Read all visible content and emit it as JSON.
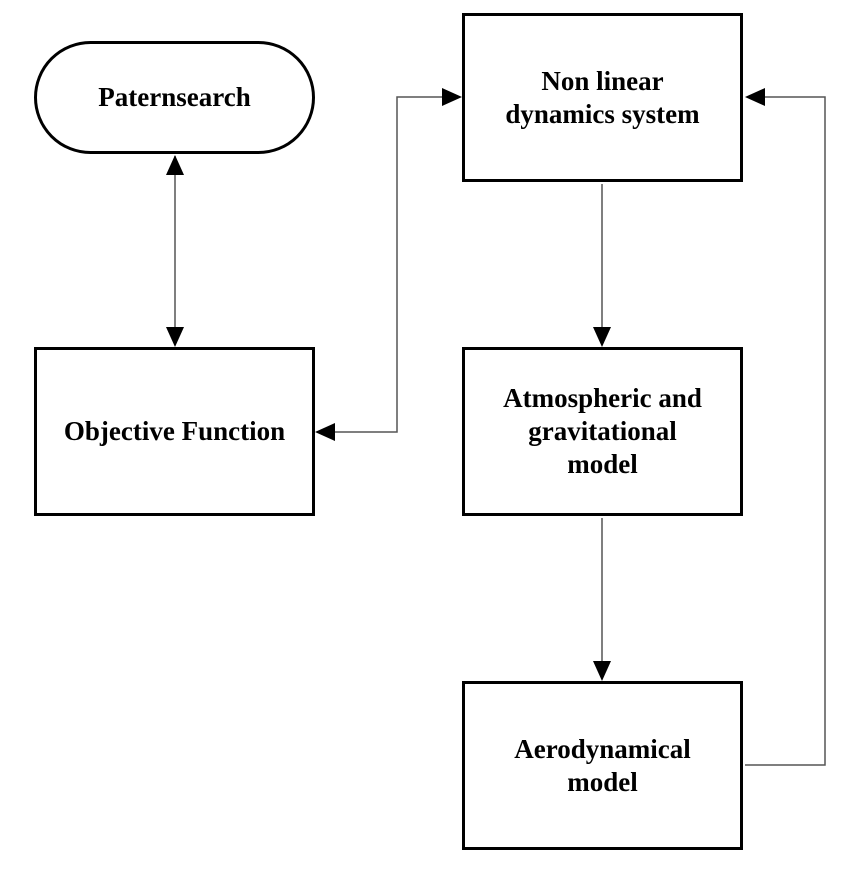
{
  "diagram": {
    "nodes": [
      {
        "id": "patern",
        "label": "Paternsearch",
        "shape": "rounded"
      },
      {
        "id": "nonlinear",
        "label": "Non linear\ndynamics system",
        "shape": "rect"
      },
      {
        "id": "objective",
        "label": "Objective Function",
        "shape": "rect"
      },
      {
        "id": "atmos",
        "label": "Atmospheric and\ngravitational\nmodel",
        "shape": "rect"
      },
      {
        "id": "aero",
        "label": "Aerodynamical\nmodel",
        "shape": "rect"
      }
    ],
    "edges": [
      {
        "from": "patern",
        "to": "objective",
        "direction": "both"
      },
      {
        "from": "nonlinear",
        "to": "atmos",
        "direction": "forward"
      },
      {
        "from": "atmos",
        "to": "aero",
        "direction": "forward"
      },
      {
        "from": "aero",
        "to": "nonlinear",
        "direction": "forward"
      },
      {
        "from": "objective",
        "to": "nonlinear",
        "direction": "both"
      }
    ]
  }
}
